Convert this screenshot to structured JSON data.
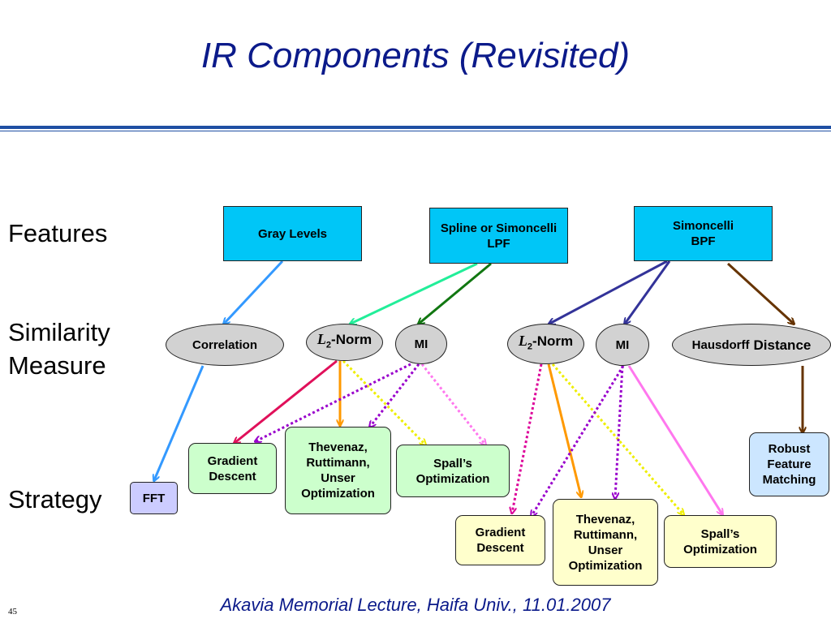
{
  "title": "IR Components (Revisited)",
  "footer": "Akavia Memorial Lecture, Haifa Univ., 11.01.2007",
  "page_number": "45",
  "row_labels": {
    "features": "Features",
    "similarity_line1": "Similarity",
    "similarity_line2": "Measure",
    "strategy": "Strategy"
  },
  "features": {
    "gray_levels": "Gray Levels",
    "spline_line1": "Spline or Simoncelli",
    "spline_line2": "LPF",
    "simoncelli_line1": "Simoncelli",
    "simoncelli_line2": "BPF"
  },
  "measures": {
    "correlation": "Correlation",
    "l2_symbol": "L",
    "l2_subscript": "2",
    "l2_suffix": "-Norm",
    "mi": "MI",
    "hausdorff_part1": "Hausdorff",
    "hausdorff_part2": "Distance"
  },
  "strategies": {
    "fft": "FFT",
    "gradient_line1": "Gradient",
    "gradient_line2": "Descent",
    "thevenaz_line1": "Thevenaz,",
    "thevenaz_line2": "Ruttimann,",
    "thevenaz_line3": "Unser",
    "thevenaz_line4": "Optimization",
    "spall_line1": "Spall’s",
    "spall_line2": "Optimization",
    "robust_line1": "Robust",
    "robust_line2": "Feature",
    "robust_line3": "Matching"
  },
  "colors": {
    "title_blue": "#0b1a8a",
    "feature_fill": "#00c6f7",
    "measure_fill": "#d2d2d2",
    "strategy_green": "#ccffcc",
    "strategy_yellow": "#ffffcc",
    "strategy_lightblue": "#cce6ff",
    "strategy_purple": "#ccccff"
  }
}
